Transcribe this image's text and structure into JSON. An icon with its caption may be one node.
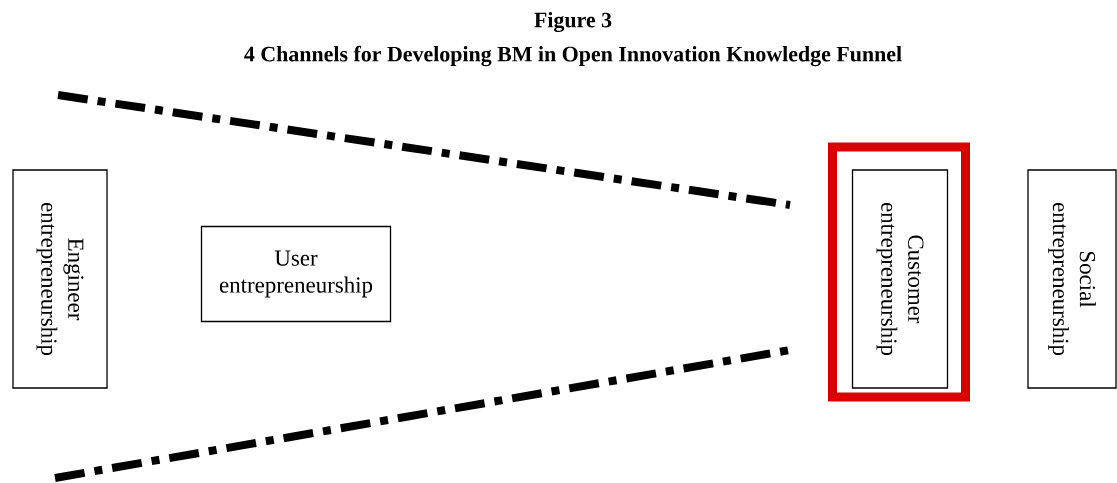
{
  "diagram": {
    "title": "Figure 3",
    "caption": "4 Channels for Developing BM in Open Innovation Knowledge Funnel",
    "nodes": [
      {
        "text": [
          "Engineer entrepreneurship"
        ]
      },
      {
        "text": [
          "User entrepreneurship"
        ]
      },
      {
        "text": [],
        "shape": "box"
      },
      {
        "text": [
          "Customer entrepreneurship"
        ],
        "in": 2
      },
      {
        "text": [
          "Social entrepreneurship"
        ]
      }
    ]
  }
}
